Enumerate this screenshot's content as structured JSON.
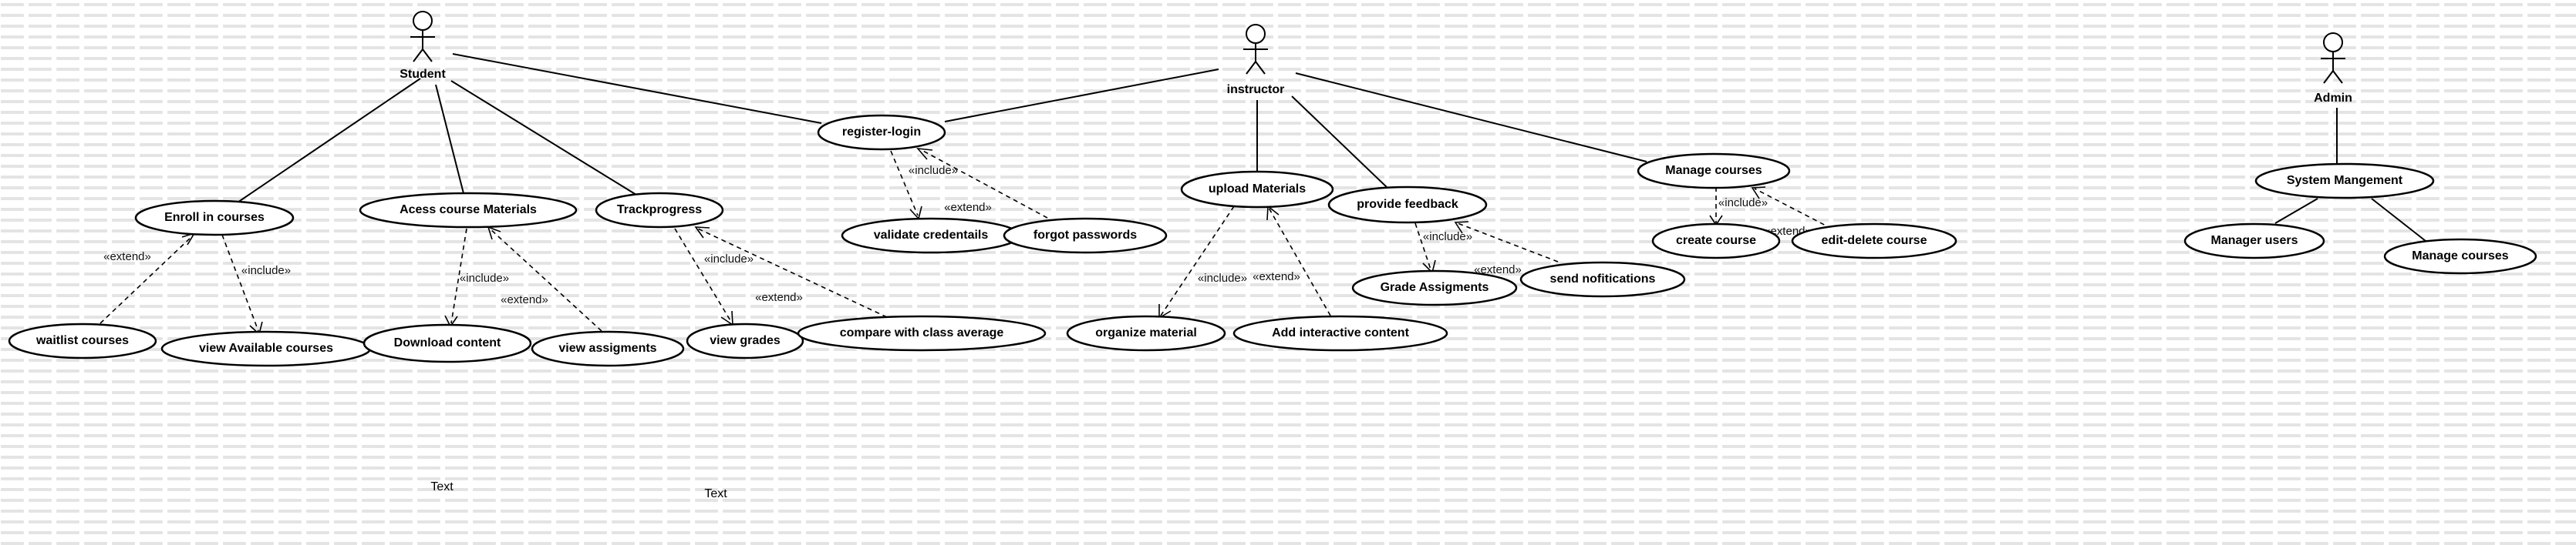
{
  "actors": {
    "student": "Student",
    "instructor": "instructor",
    "admin": "Admin"
  },
  "use_cases": {
    "register_login": "register-login",
    "enroll_courses": "Enroll  in courses",
    "access_materials": "Acess course Materials",
    "track_progress": "Trackprogress",
    "waitlist_courses": "waitlist courses",
    "view_available_courses": "view Available courses",
    "download_content": "Download content",
    "view_assignments": "view assigments",
    "view_grades": "view grades",
    "compare_class_average": "compare with class average",
    "validate_credentials": "validate credentails",
    "forgot_passwords": "forgot passwords",
    "upload_materials": "upload Materials",
    "organize_material": "organize material",
    "add_interactive_content": "Add interactive content",
    "provide_feedback": "provide feedback",
    "grade_assignments": "Grade Assigments",
    "send_notifications": "send nofitications",
    "manage_courses_instructor": "Manage courses",
    "create_course": "create course",
    "edit_delete_course": "edit-delete course",
    "system_management": "System Mangement",
    "manager_users": "Manager users",
    "manage_courses_admin": "Manage courses"
  },
  "relations": {
    "include": "«include»",
    "extend": "«extend»"
  },
  "free_text": {
    "text_1": "Text",
    "text_2": "Text"
  }
}
